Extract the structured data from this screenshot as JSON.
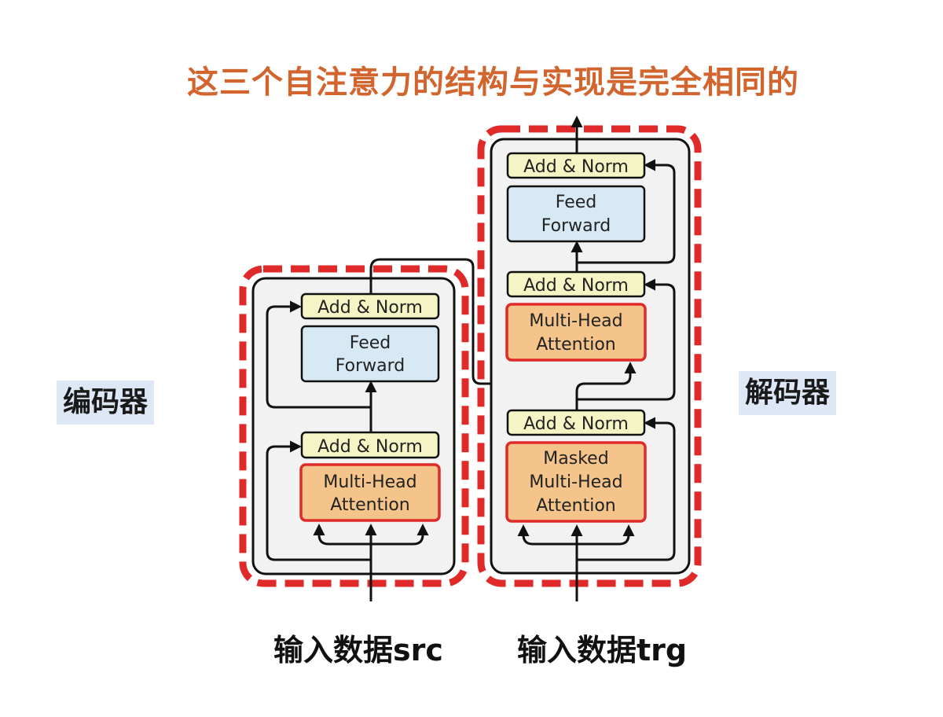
{
  "title": "这三个自注意力的结构与实现是完全相同的",
  "labels": {
    "encoder": "编码器",
    "decoder": "解码器",
    "src_input": "输入数据src",
    "trg_input": "输入数据trg"
  },
  "encoder_blocks": {
    "add_norm_top": "Add & Norm",
    "ff_line1": "Feed",
    "ff_line2": "Forward",
    "add_norm_bottom": "Add & Norm",
    "mha_line1": "Multi-Head",
    "mha_line2": "Attention"
  },
  "decoder_blocks": {
    "add_norm_top": "Add & Norm",
    "ff_line1": "Feed",
    "ff_line2": "Forward",
    "add_norm_mid": "Add & Norm",
    "cross_line1": "Multi-Head",
    "cross_line2": "Attention",
    "add_norm_bottom": "Add & Norm",
    "masked_line1": "Masked",
    "masked_line2": "Multi-Head",
    "masked_line3": "Attention"
  },
  "colors": {
    "title": "#d2642e",
    "dash_border": "#e02a2a",
    "add_norm_fill": "#f4f4c4",
    "ff_fill": "#d6e9f4",
    "attention_fill": "#f4c48a",
    "panel_fill": "#f2f2f2",
    "label_bg": "#dde7f6"
  }
}
